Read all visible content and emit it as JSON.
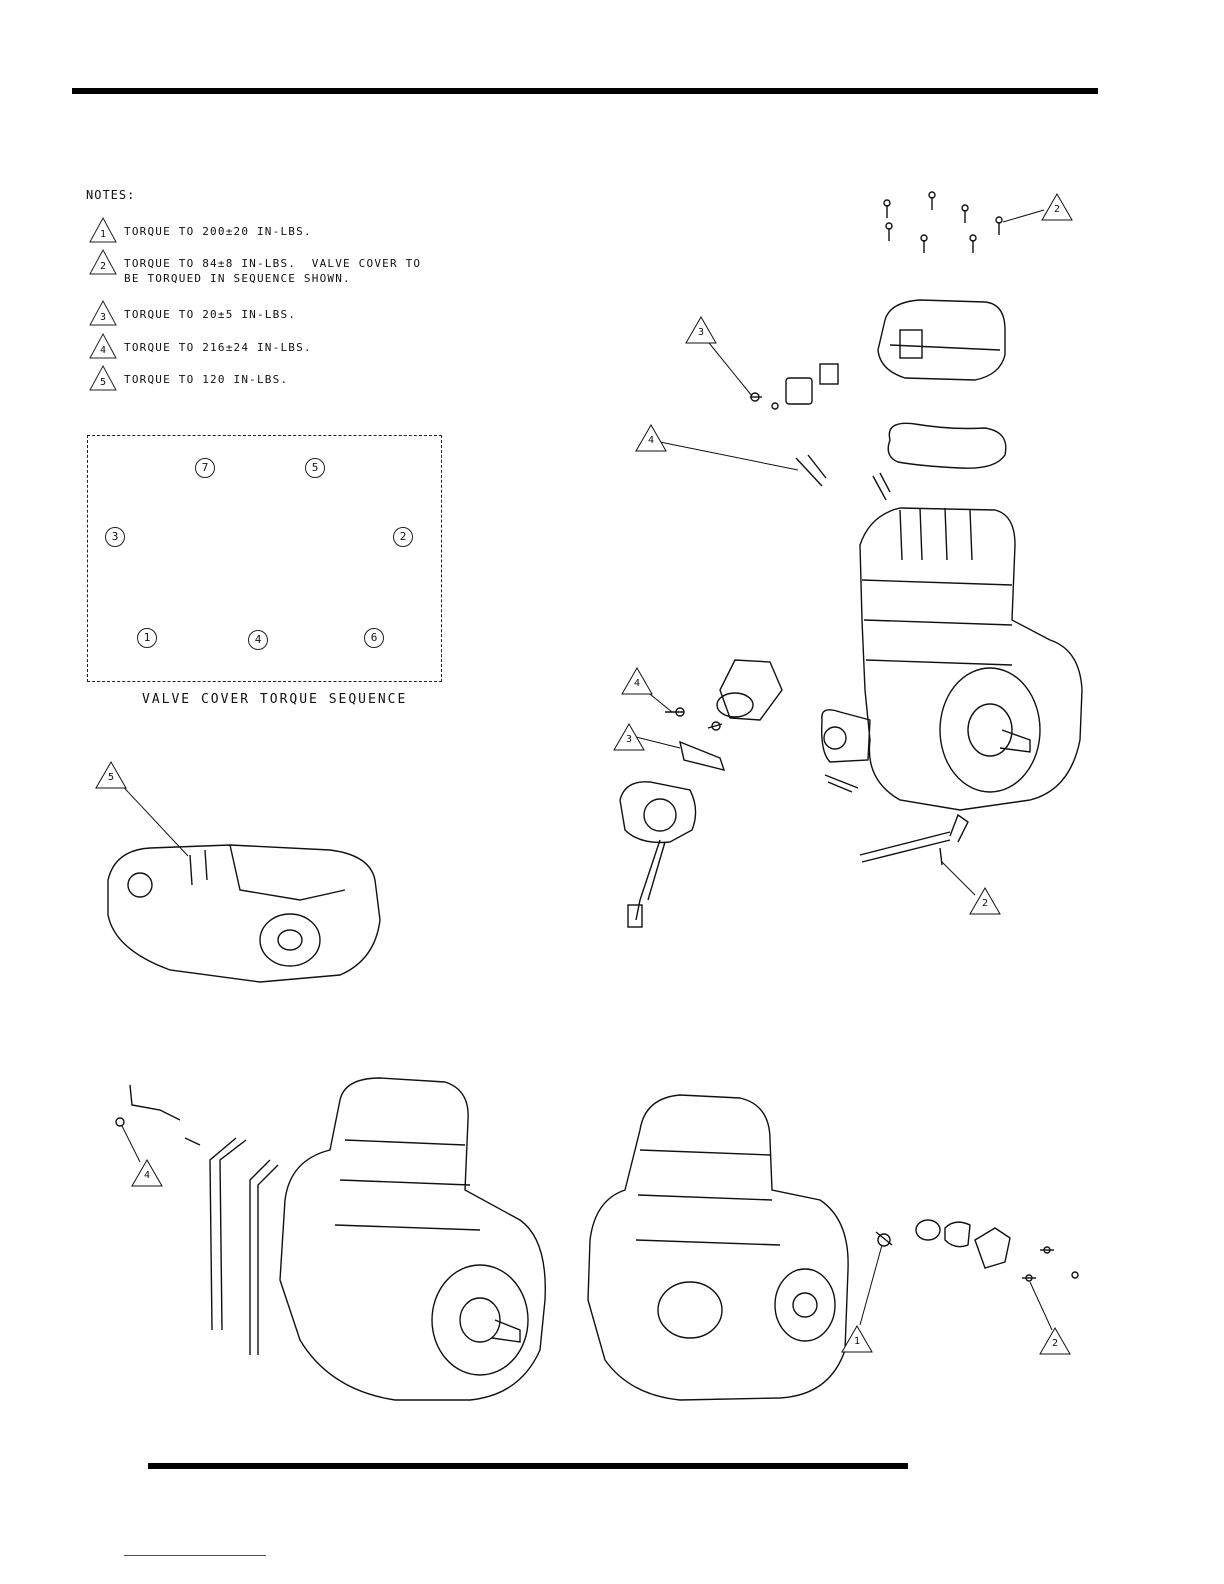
{
  "notes": {
    "title": "NOTES:",
    "items": [
      {
        "num": "1",
        "text": "TORQUE TO 200±20 IN-LBS."
      },
      {
        "num": "2",
        "text": "TORQUE TO 84±8 IN-LBS.  VALVE COVER TO\nBE TORQUED IN SEQUENCE SHOWN."
      },
      {
        "num": "3",
        "text": "TORQUE TO 20±5 IN-LBS."
      },
      {
        "num": "4",
        "text": "TORQUE TO 216±24 IN-LBS."
      },
      {
        "num": "5",
        "text": "TORQUE TO 120 IN-LBS."
      }
    ]
  },
  "sequence": {
    "caption": "VALVE COVER TORQUE SEQUENCE",
    "positions": [
      "7",
      "5",
      "3",
      "2",
      "1",
      "4",
      "6"
    ]
  },
  "callouts": [
    "2",
    "3",
    "4",
    "4",
    "3",
    "2",
    "5",
    "4",
    "1",
    "2"
  ]
}
